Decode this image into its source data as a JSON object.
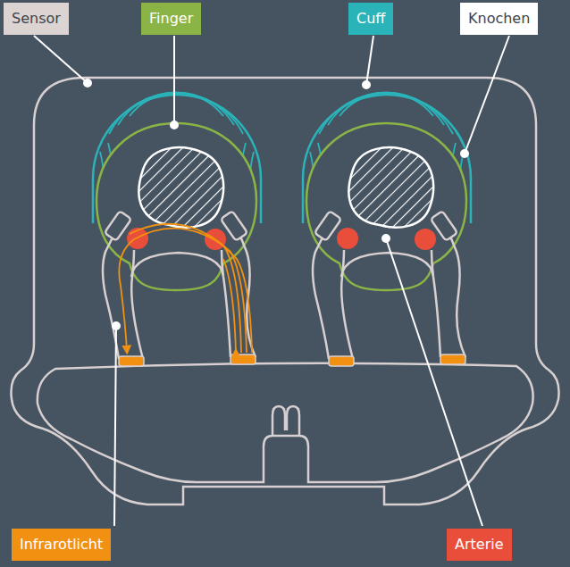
{
  "diagram": {
    "labels": [
      "Sensor",
      "Finger",
      "Cuff",
      "Knochen",
      "Infrarotlicht",
      "Arterie"
    ]
  }
}
